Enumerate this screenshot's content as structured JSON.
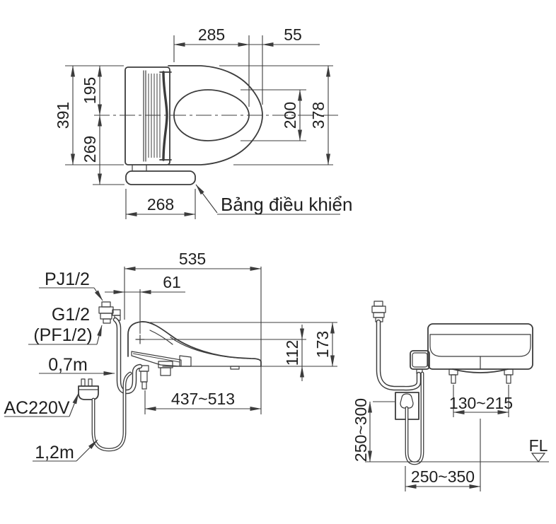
{
  "colors": {
    "line": "#3c3c3c",
    "text": "#1f1f1f",
    "background": "#ffffff"
  },
  "top_view": {
    "dims": {
      "d285": "285",
      "d55": "55",
      "d391": "391",
      "d195": "195",
      "d269": "269",
      "d200": "200",
      "d378": "378",
      "d268": "268"
    },
    "control_panel_label": "Bảng điều khiển"
  },
  "side_view": {
    "dims": {
      "d535": "535",
      "d61": "61",
      "d112": "112",
      "d173": "173",
      "d_range": "437~513"
    },
    "labels": {
      "pj": "PJ1/2",
      "g": "G1/2",
      "pf": "(PF1/2)",
      "hose": "0,7m",
      "power": "AC220V",
      "cord": "1,2m"
    }
  },
  "rear_view": {
    "dims": {
      "bolts": "130~215",
      "height": "250~300",
      "offset": "250~350"
    },
    "floor_label": "FL"
  }
}
